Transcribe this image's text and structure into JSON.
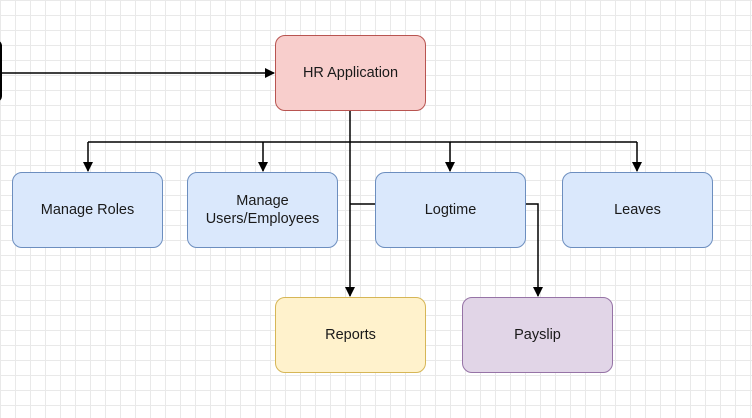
{
  "diagram": {
    "nodes": [
      {
        "id": "hr",
        "label": "HR Application",
        "style": "root"
      },
      {
        "id": "roles",
        "label": "Manage  Roles",
        "style": "blue"
      },
      {
        "id": "users",
        "label": "Manage\nUsers/Employees",
        "style": "blue"
      },
      {
        "id": "logtime",
        "label": "Logtime",
        "style": "blue"
      },
      {
        "id": "leaves",
        "label": "Leaves",
        "style": "blue"
      },
      {
        "id": "reports",
        "label": "Reports",
        "style": "yellow"
      },
      {
        "id": "payslip",
        "label": "Payslip",
        "style": "purple"
      }
    ],
    "edges": [
      {
        "from": "external",
        "to": "hr"
      },
      {
        "from": "hr",
        "to": "roles"
      },
      {
        "from": "hr",
        "to": "users"
      },
      {
        "from": "hr",
        "to": "logtime"
      },
      {
        "from": "hr",
        "to": "leaves"
      },
      {
        "from": "hr",
        "to": "reports"
      },
      {
        "from": "logtime",
        "to": "payslip"
      }
    ],
    "colors": {
      "root_fill": "#f8cecc",
      "root_stroke": "#b85450",
      "blue_fill": "#dae8fc",
      "blue_stroke": "#6c8ebf",
      "yellow_fill": "#fff2cc",
      "yellow_stroke": "#d6b656",
      "purple_fill": "#e1d5e7",
      "purple_stroke": "#9673a6",
      "connector": "#000000",
      "grid": "#e9e9e9"
    }
  }
}
